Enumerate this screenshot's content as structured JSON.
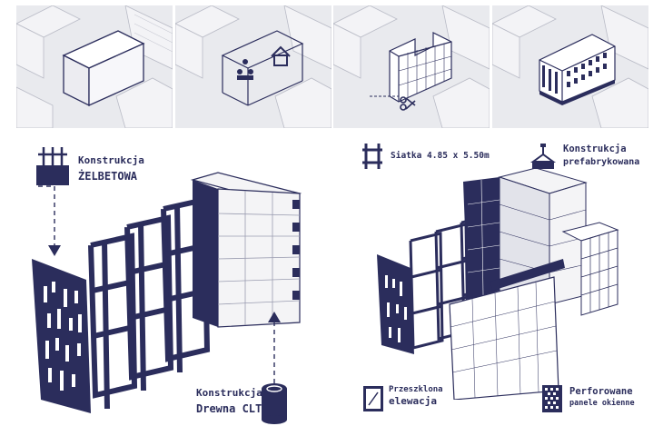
{
  "steps": [
    {
      "name": "step-1-massing"
    },
    {
      "name": "step-2-program"
    },
    {
      "name": "step-3-cut"
    },
    {
      "name": "step-4-final"
    }
  ],
  "labels": {
    "concrete_line1": "Konstrukcja",
    "concrete_line2": "ŻELBETOWA",
    "clt_line1": "Konstrukcja",
    "clt_line2": "Drewna CLT",
    "grid": "Siatka 4.85 x 5.50m",
    "prefab_line1": "Konstrukcja",
    "prefab_line2": "prefabrykowana",
    "glazed_line1": "Przeszklona",
    "glazed_line2": "elewacja",
    "perforated_line1": "Perforowane",
    "perforated_line2": "panele okienne"
  },
  "colors": {
    "ink": "#2b2d5c",
    "panel_bg": "#e9eaee",
    "building_light": "#f4f4f6",
    "building_shade": "#c9cad2"
  },
  "icons": [
    "concrete-wall-icon",
    "clt-log-icon",
    "grid-frame-icon",
    "crane-hook-icon",
    "glazed-window-icon",
    "perforated-panel-icon",
    "scissors-icon",
    "people-icon",
    "house-icon"
  ]
}
